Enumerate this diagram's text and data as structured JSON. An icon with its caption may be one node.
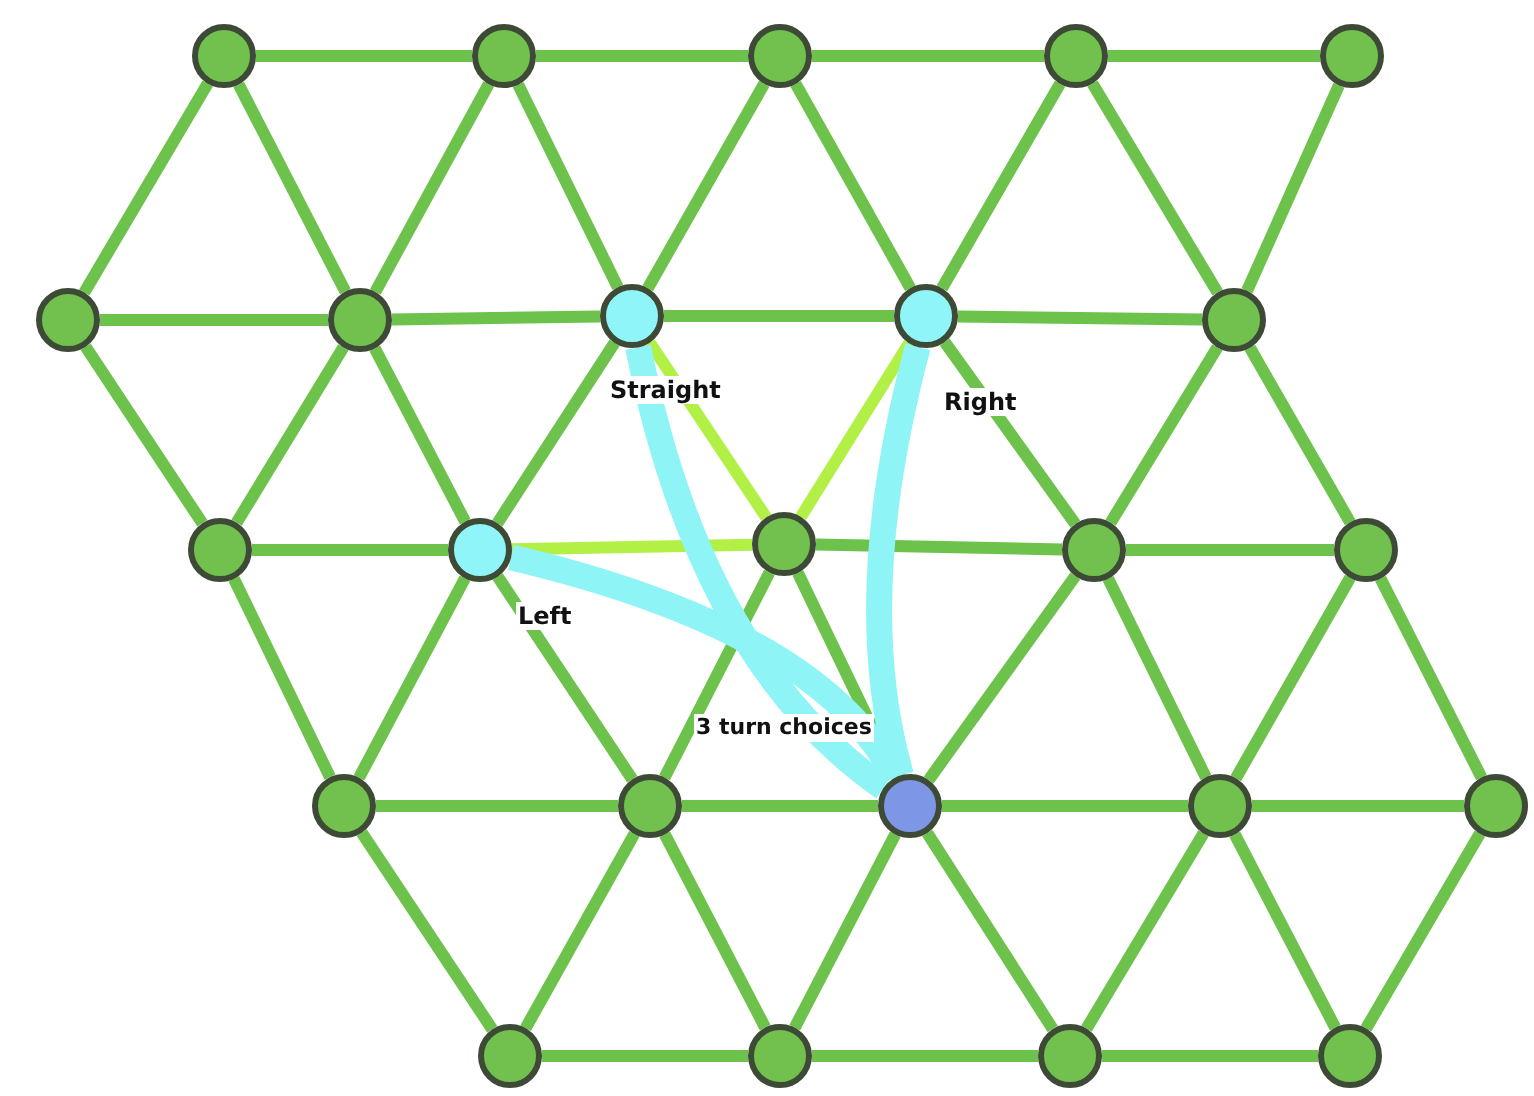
{
  "diagram": {
    "nodes": [
      {
        "text": [],
        "shape": "circle"
      },
      {
        "text": [],
        "shape": "circle"
      },
      {
        "text": [],
        "shape": "circle"
      },
      {
        "text": [],
        "shape": "circle"
      },
      {
        "text": [],
        "shape": "circle"
      },
      {
        "text": [],
        "shape": "circle"
      },
      {
        "text": [],
        "shape": "circle"
      },
      {
        "text": [],
        "shape": "circle",
        "beside": [
          "Straight"
        ]
      },
      {
        "text": [],
        "shape": "circle",
        "beside": [
          "Right"
        ]
      },
      {
        "text": [],
        "shape": "circle"
      },
      {
        "text": [],
        "shape": "circle"
      },
      {
        "text": [],
        "shape": "circle",
        "beside": [
          "Left"
        ]
      },
      {
        "text": [],
        "shape": "circle"
      },
      {
        "text": [],
        "shape": "circle"
      },
      {
        "text": [],
        "shape": "circle"
      },
      {
        "text": [],
        "shape": "circle"
      },
      {
        "text": [],
        "shape": "circle"
      },
      {
        "text": [],
        "shape": "circle",
        "beside": [
          "3 turn choices"
        ]
      },
      {
        "text": [],
        "shape": "circle"
      },
      {
        "text": [],
        "shape": "circle"
      },
      {
        "text": [],
        "shape": "circle"
      },
      {
        "text": [],
        "shape": "circle"
      },
      {
        "text": [],
        "shape": "circle"
      },
      {
        "text": [],
        "shape": "circle"
      }
    ],
    "edges": [
      {
        "from": 0,
        "to": 1,
        "arrow": "none"
      },
      {
        "from": 1,
        "to": 2,
        "arrow": "none"
      },
      {
        "from": 2,
        "to": 3,
        "arrow": "none"
      },
      {
        "from": 3,
        "to": 4,
        "arrow": "none"
      },
      {
        "from": 5,
        "to": 6,
        "arrow": "none"
      },
      {
        "from": 6,
        "to": 7,
        "arrow": "none"
      },
      {
        "from": 7,
        "to": 8,
        "arrow": "none"
      },
      {
        "from": 8,
        "to": 9,
        "arrow": "none"
      },
      {
        "from": 10,
        "to": 11,
        "arrow": "none"
      },
      {
        "from": 11,
        "to": 12,
        "arrow": "none",
        "color": "#b2f046"
      },
      {
        "from": 12,
        "to": 13,
        "arrow": "none"
      },
      {
        "from": 13,
        "to": 14,
        "arrow": "none"
      },
      {
        "from": 15,
        "to": 16,
        "arrow": "none"
      },
      {
        "from": 16,
        "to": 17,
        "arrow": "none"
      },
      {
        "from": 17,
        "to": 18,
        "arrow": "none"
      },
      {
        "from": 18,
        "to": 19,
        "arrow": "none"
      },
      {
        "from": 20,
        "to": 21,
        "arrow": "none"
      },
      {
        "from": 21,
        "to": 22,
        "arrow": "none"
      },
      {
        "from": 22,
        "to": 23,
        "arrow": "none"
      },
      {
        "from": 0,
        "to": 5,
        "arrow": "none"
      },
      {
        "from": 0,
        "to": 6,
        "arrow": "none"
      },
      {
        "from": 1,
        "to": 6,
        "arrow": "none"
      },
      {
        "from": 1,
        "to": 7,
        "arrow": "none"
      },
      {
        "from": 2,
        "to": 7,
        "arrow": "none"
      },
      {
        "from": 2,
        "to": 8,
        "arrow": "none"
      },
      {
        "from": 3,
        "to": 8,
        "arrow": "none"
      },
      {
        "from": 3,
        "to": 9,
        "arrow": "none"
      },
      {
        "from": 4,
        "to": 9,
        "arrow": "none"
      },
      {
        "from": 5,
        "to": 10,
        "arrow": "none"
      },
      {
        "from": 6,
        "to": 10,
        "arrow": "none"
      },
      {
        "from": 6,
        "to": 11,
        "arrow": "none"
      },
      {
        "from": 7,
        "to": 11,
        "arrow": "none"
      },
      {
        "from": 7,
        "to": 12,
        "arrow": "none",
        "color": "#b2f046"
      },
      {
        "from": 8,
        "to": 12,
        "arrow": "none",
        "color": "#b2f046"
      },
      {
        "from": 8,
        "to": 13,
        "arrow": "none"
      },
      {
        "from": 9,
        "to": 13,
        "arrow": "none"
      },
      {
        "from": 9,
        "to": 14,
        "arrow": "none"
      },
      {
        "from": 10,
        "to": 15,
        "arrow": "none"
      },
      {
        "from": 11,
        "to": 15,
        "arrow": "none"
      },
      {
        "from": 11,
        "to": 16,
        "arrow": "none"
      },
      {
        "from": 12,
        "to": 16,
        "arrow": "none"
      },
      {
        "from": 12,
        "to": 17,
        "arrow": "none"
      },
      {
        "from": 13,
        "to": 17,
        "arrow": "none"
      },
      {
        "from": 13,
        "to": 18,
        "arrow": "none"
      },
      {
        "from": 14,
        "to": 18,
        "arrow": "none"
      },
      {
        "from": 14,
        "to": 19,
        "arrow": "none"
      },
      {
        "from": 15,
        "to": 20,
        "arrow": "none"
      },
      {
        "from": 16,
        "to": 20,
        "arrow": "none"
      },
      {
        "from": 16,
        "to": 21,
        "arrow": "none"
      },
      {
        "from": 17,
        "to": 21,
        "arrow": "none"
      },
      {
        "from": 17,
        "to": 22,
        "arrow": "none"
      },
      {
        "from": 18,
        "to": 22,
        "arrow": "none"
      },
      {
        "from": 18,
        "to": 23,
        "arrow": "none"
      },
      {
        "from": 19,
        "to": 23,
        "arrow": "none"
      },
      {
        "from": 17,
        "to": 11,
        "arrow": "none",
        "style": "thick",
        "color": "#8ef4f6"
      },
      {
        "from": 17,
        "to": 7,
        "arrow": "none",
        "style": "thick",
        "color": "#8ef4f6"
      },
      {
        "from": 17,
        "to": 8,
        "arrow": "none",
        "style": "thick",
        "color": "#8ef4f6"
      }
    ]
  }
}
